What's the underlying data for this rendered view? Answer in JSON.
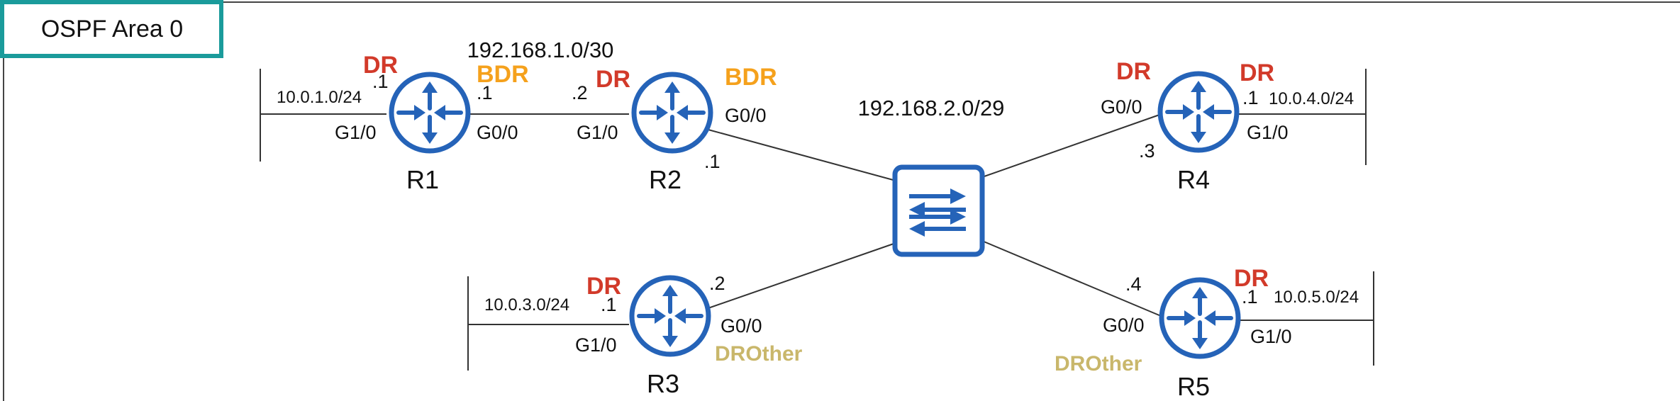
{
  "area": {
    "label": "OSPF Area 0"
  },
  "subnets": {
    "r1_r2": "192.168.1.0/30",
    "multiaccess": "192.168.2.0/29",
    "r1_lan": "10.0.1.0/24",
    "r3_lan": "10.0.3.0/24",
    "r4_lan": "10.0.4.0/24",
    "r5_lan": "10.0.5.0/24"
  },
  "routers": {
    "r1": {
      "name": "R1",
      "lan_iface": "G1/0",
      "wan_iface": "G0/0",
      "lan_ip": ".1",
      "wan_ip": ".1",
      "lan_role": "DR",
      "wan_role": "BDR"
    },
    "r2": {
      "name": "R2",
      "p2p_iface": "G1/0",
      "lan_iface": "G0/0",
      "p2p_ip": ".2",
      "lan_ip": ".1",
      "p2p_role": "DR",
      "lan_role": "BDR"
    },
    "r3": {
      "name": "R3",
      "stub_iface": "G1/0",
      "lan_iface": "G0/0",
      "stub_ip": ".1",
      "lan_ip": ".2",
      "stub_role": "DR",
      "lan_role": "DROther"
    },
    "r4": {
      "name": "R4",
      "lan_iface": "G0/0",
      "stub_iface": "G1/0",
      "lan_ip": ".3",
      "stub_ip": ".1",
      "lan_role": "DR",
      "stub_role": "DR"
    },
    "r5": {
      "name": "R5",
      "lan_iface": "G0/0",
      "stub_iface": "G1/0",
      "lan_ip": ".4",
      "stub_ip": ".1",
      "lan_role": "DROther",
      "stub_role": "DR"
    }
  },
  "colors": {
    "accent": "#1a9b9b",
    "device": "#2563b8",
    "dr": "#d23a2a",
    "bdr": "#f5a11c",
    "drother": "#c9b76b",
    "line": "#333333"
  },
  "icons": {
    "router": "router-icon",
    "switch": "switch-icon"
  }
}
